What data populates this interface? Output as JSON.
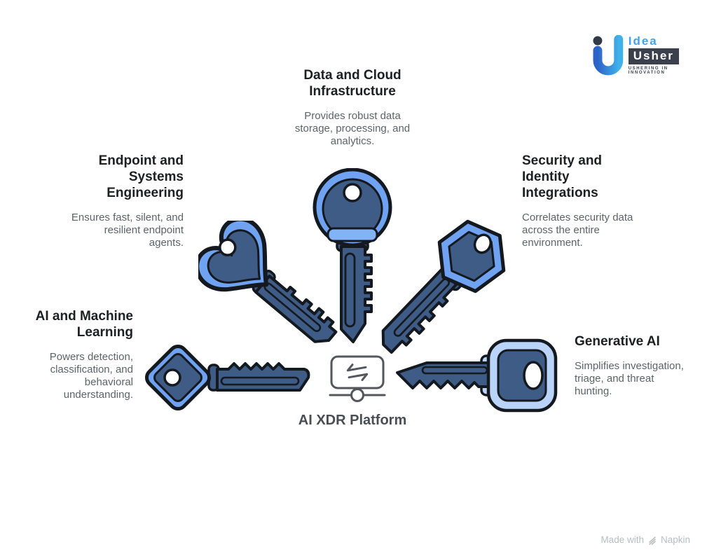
{
  "header": {
    "logo": {
      "idea": "Idea",
      "usher": "Usher",
      "tagline": "USHERING IN INNOVATION"
    }
  },
  "center": {
    "title": "AI XDR Platform",
    "icon": "swap-arrows-display-icon"
  },
  "items": [
    {
      "id": "data-cloud-infrastructure",
      "title": "Data and Cloud\nInfrastructure",
      "description": "Provides robust data\nstorage, processing, and\nanalytics.",
      "key_icon": "round-head-key-icon"
    },
    {
      "id": "endpoint-systems-engineering",
      "title": "Endpoint and\nSystems\nEngineering",
      "description": "Ensures fast, silent, and\nresilient endpoint\nagents.",
      "key_icon": "clover-head-key-icon"
    },
    {
      "id": "security-identity-integrations",
      "title": "Security and\nIdentity\nIntegrations",
      "description": "Correlates security data\nacross the entire\nenvironment.",
      "key_icon": "hexagon-head-key-icon"
    },
    {
      "id": "ai-machine-learning",
      "title": "AI and Machine\nLearning",
      "description": "Powers detection,\nclassification, and\nbehavioral\nunderstanding.",
      "key_icon": "diamond-head-key-icon"
    },
    {
      "id": "generative-ai",
      "title": "Generative AI",
      "description": "Simplifies investigation,\ntriage, and threat\nhunting.",
      "key_icon": "square-head-key-icon"
    }
  ],
  "watermark": {
    "prefix": "Made with",
    "brand": "Napkin"
  },
  "colors": {
    "key_dark_blue": "#3E5C85",
    "key_cornflower": "#6FA3F2",
    "key_pale_blue": "#BAD3F8",
    "outline": "#14181F",
    "title_text": "#1E1F21",
    "body_text": "#5F6368",
    "logo_blue": "#45A1E6",
    "logo_dark": "#3A414D"
  }
}
